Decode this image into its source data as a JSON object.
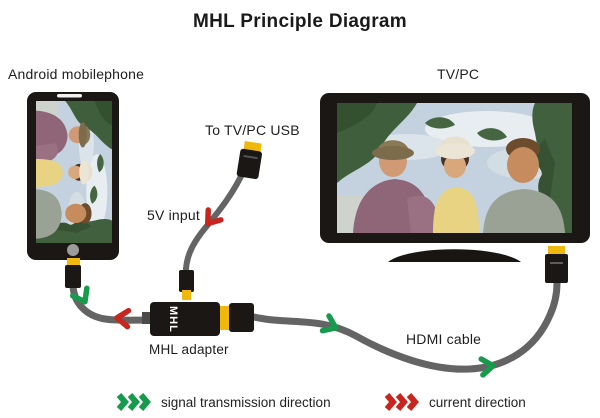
{
  "title": "MHL Principle Diagram",
  "labels": {
    "phone": "Android mobilephone",
    "tv": "TV/PC",
    "usb": "To TV/PC USB",
    "five_v": "5V input",
    "adapter": "MHL adapter",
    "adapter_chip": "MHL",
    "hdmi_cable": "HDMI cable"
  },
  "legend": [
    {
      "symbol": "green-chevrons-icon",
      "label": "signal transmission direction"
    },
    {
      "symbol": "red-chevrons-icon",
      "label": "current direction"
    }
  ],
  "colors": {
    "signal_green": "#169a4c",
    "current_red": "#c9251f",
    "cable_gray": "#646464",
    "connector_yellow": "#f0b80c",
    "device_black": "#1a1714"
  }
}
